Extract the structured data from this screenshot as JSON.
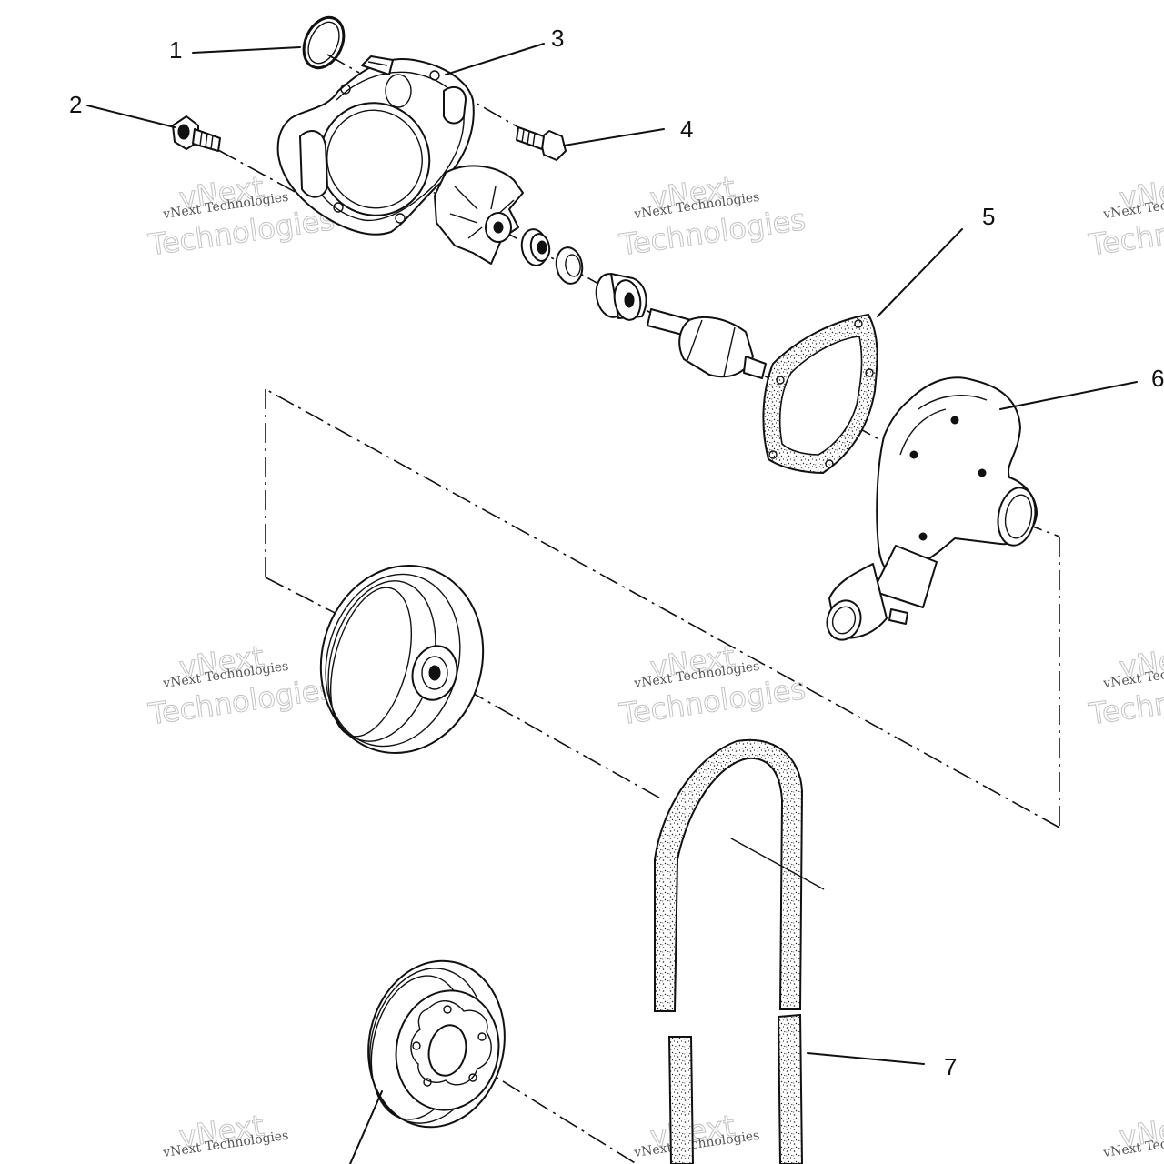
{
  "callouts": [
    {
      "label": "1",
      "part": "o-ring"
    },
    {
      "label": "2",
      "part": "fitting"
    },
    {
      "label": "3",
      "part": "pump-cover"
    },
    {
      "label": "4",
      "part": "bolt"
    },
    {
      "label": "5",
      "part": "gasket"
    },
    {
      "label": "6",
      "part": "pump-housing"
    },
    {
      "label": "7",
      "part": "drive-belt"
    }
  ],
  "watermark": {
    "line1": "vNext Technologies",
    "line2": "vNext",
    "line3": "Technologies"
  },
  "colors": {
    "ink": "#111111",
    "paper": "#ffffff",
    "watermark": "#9a9a9a"
  }
}
